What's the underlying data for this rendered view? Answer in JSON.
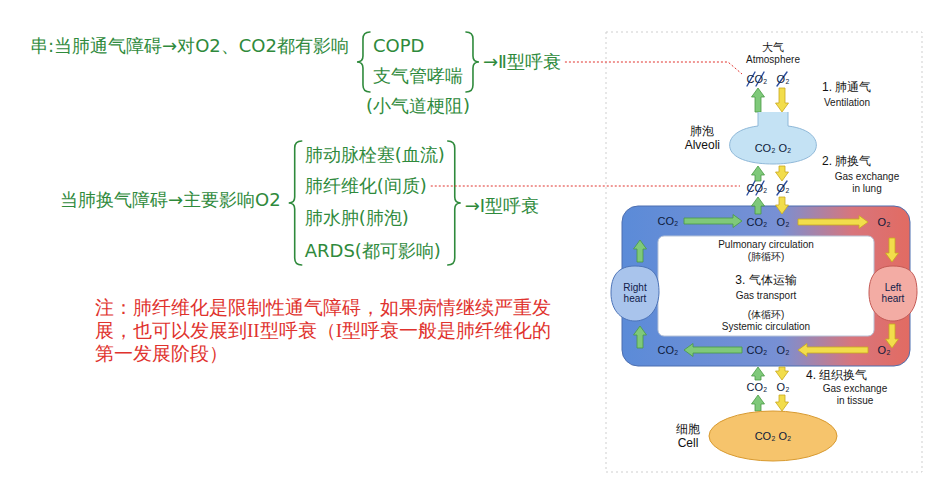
{
  "diagram": {
    "nodes": [
      {
        "text": [
          "肺泡 Alveoli",
          "CO₂ O₂"
        ]
      },
      {
        "text": [
          "Right heart"
        ]
      },
      {
        "text": [
          "Left heart"
        ]
      },
      {
        "text": [
          "细胞 Cell",
          "CO₂ O₂"
        ]
      }
    ],
    "labels": [
      "串:当肺通气障碍→对O2、CO2都有影响",
      "COPD",
      "支气管哮喘",
      "→Ⅱ型呼衰",
      "(小气道梗阻)",
      "当肺换气障碍→主要影响O2",
      "肺动脉栓塞(血流)",
      "肺纤维化(间质)",
      "肺水肿(肺泡)",
      "ARDS(都可影响)",
      "→I型呼衰",
      "注：肺纤维化是限制性通气障碍，如果病情继续严重发展，也可以发展到II型呼衰（I型呼衰一般是肺纤维化的第一发展阶段）",
      "大气",
      "Atmosphere",
      "CO₂",
      "O₂",
      "1. 肺通气",
      "Ventilation",
      "2. 肺换气",
      "Gas exchange in lung",
      "CO₂",
      "O₂",
      "CO₂",
      "CO₂",
      "O₂",
      "O₂",
      "Pulmonary circulation",
      "(肺循环)",
      "3. 气体运输",
      "Gas transport",
      "(体循环)",
      "Systemic circulation",
      "CO₂",
      "CO₂",
      "O₂",
      "O₂",
      "CO₂",
      "O₂",
      "4. 组织换气",
      "Gas exchange in tissue"
    ]
  }
}
